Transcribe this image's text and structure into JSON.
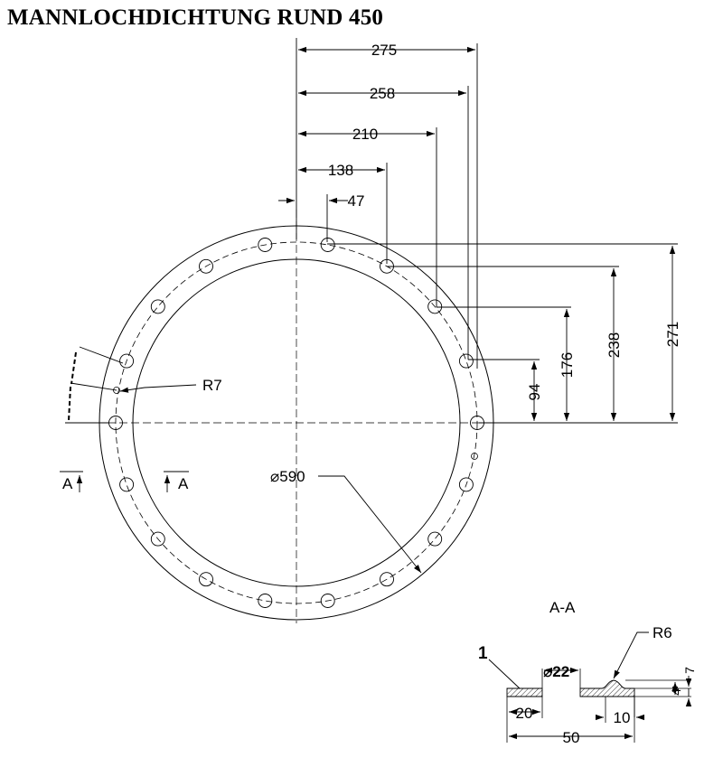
{
  "title": "MANNLOCHDICHTUNG RUND 450",
  "top_view": {
    "horizontal_dims": [
      "275",
      "258",
      "210",
      "138",
      "47"
    ],
    "vertical_dims": [
      "94",
      "176",
      "238",
      "271"
    ],
    "radius_label": "R7",
    "diameter_label": "⌀590",
    "section_marker": "A"
  },
  "section_view": {
    "title": "A-A",
    "item_number": "1",
    "radius_label": "R6",
    "hole_label": "⌀22",
    "thickness_dims": [
      "4",
      "7"
    ],
    "width_dims": [
      "20",
      "10",
      "50"
    ]
  }
}
